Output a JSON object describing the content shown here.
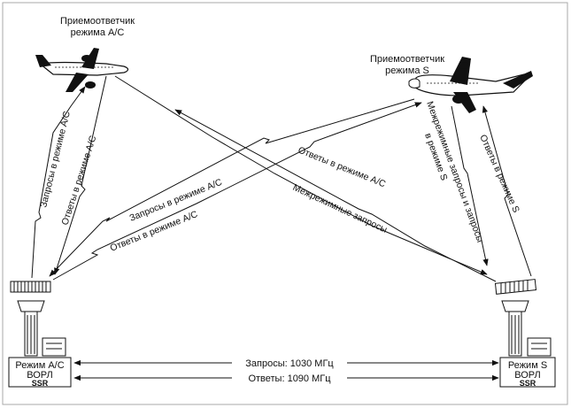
{
  "aircraft": {
    "ac_label_line1": "Приемоответчик",
    "ac_label_line2": "режима A/C",
    "s_label_line1": "Приемоответчик",
    "s_label_line2": "режима S"
  },
  "links": {
    "left_requests_ac": "Запросы в режиме A/C",
    "left_replies_ac": "Ответы в режиме A/C",
    "cross_requests_ac": "Запросы в режиме A/C",
    "cross_replies_ac": "Ответы в режиме A/C",
    "replies_ac_right": "Ответы в режиме A/C",
    "intermode_requests": "Межрежимные запросы",
    "intermode_and_s_line1": "Межрежимные запросы и запросы",
    "intermode_and_s_line2": "в режиме S",
    "replies_s": "Ответы в режиме S"
  },
  "stations": {
    "left_line1": "Режим A/C",
    "left_line2": "ВОРЛ",
    "left_line3": "SSR",
    "right_line1": "Режим S",
    "right_line2": "ВОРЛ",
    "right_line3": "SSR"
  },
  "ground_link": {
    "requests": "Запросы: 1030 МГц",
    "replies": "Ответы: 1090 МГц"
  }
}
